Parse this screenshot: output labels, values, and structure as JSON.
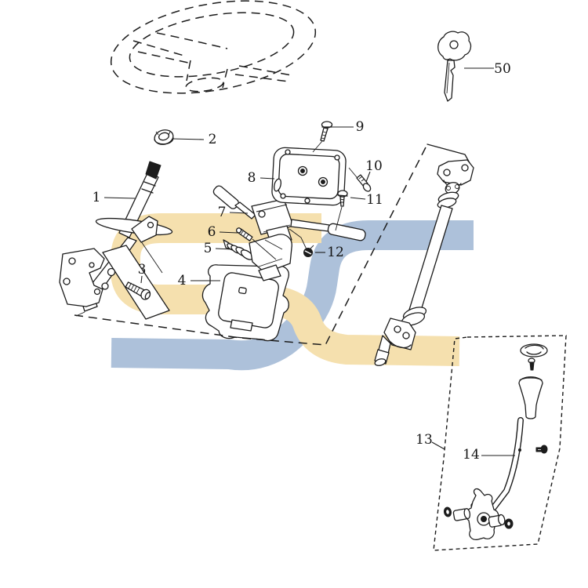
{
  "colors": {
    "line": "#1c1c1c",
    "label": "#141414",
    "background": "#ffffff",
    "watermark_yellow": "#f5e0ae",
    "watermark_blue": "#adc1da"
  },
  "callouts": [
    {
      "num": "1"
    },
    {
      "num": "2"
    },
    {
      "num": "3"
    },
    {
      "num": "4"
    },
    {
      "num": "5"
    },
    {
      "num": "6"
    },
    {
      "num": "7"
    },
    {
      "num": "8"
    },
    {
      "num": "9"
    },
    {
      "num": "10"
    },
    {
      "num": "11"
    },
    {
      "num": "12"
    },
    {
      "num": "13"
    },
    {
      "num": "14"
    },
    {
      "num": "50"
    }
  ]
}
